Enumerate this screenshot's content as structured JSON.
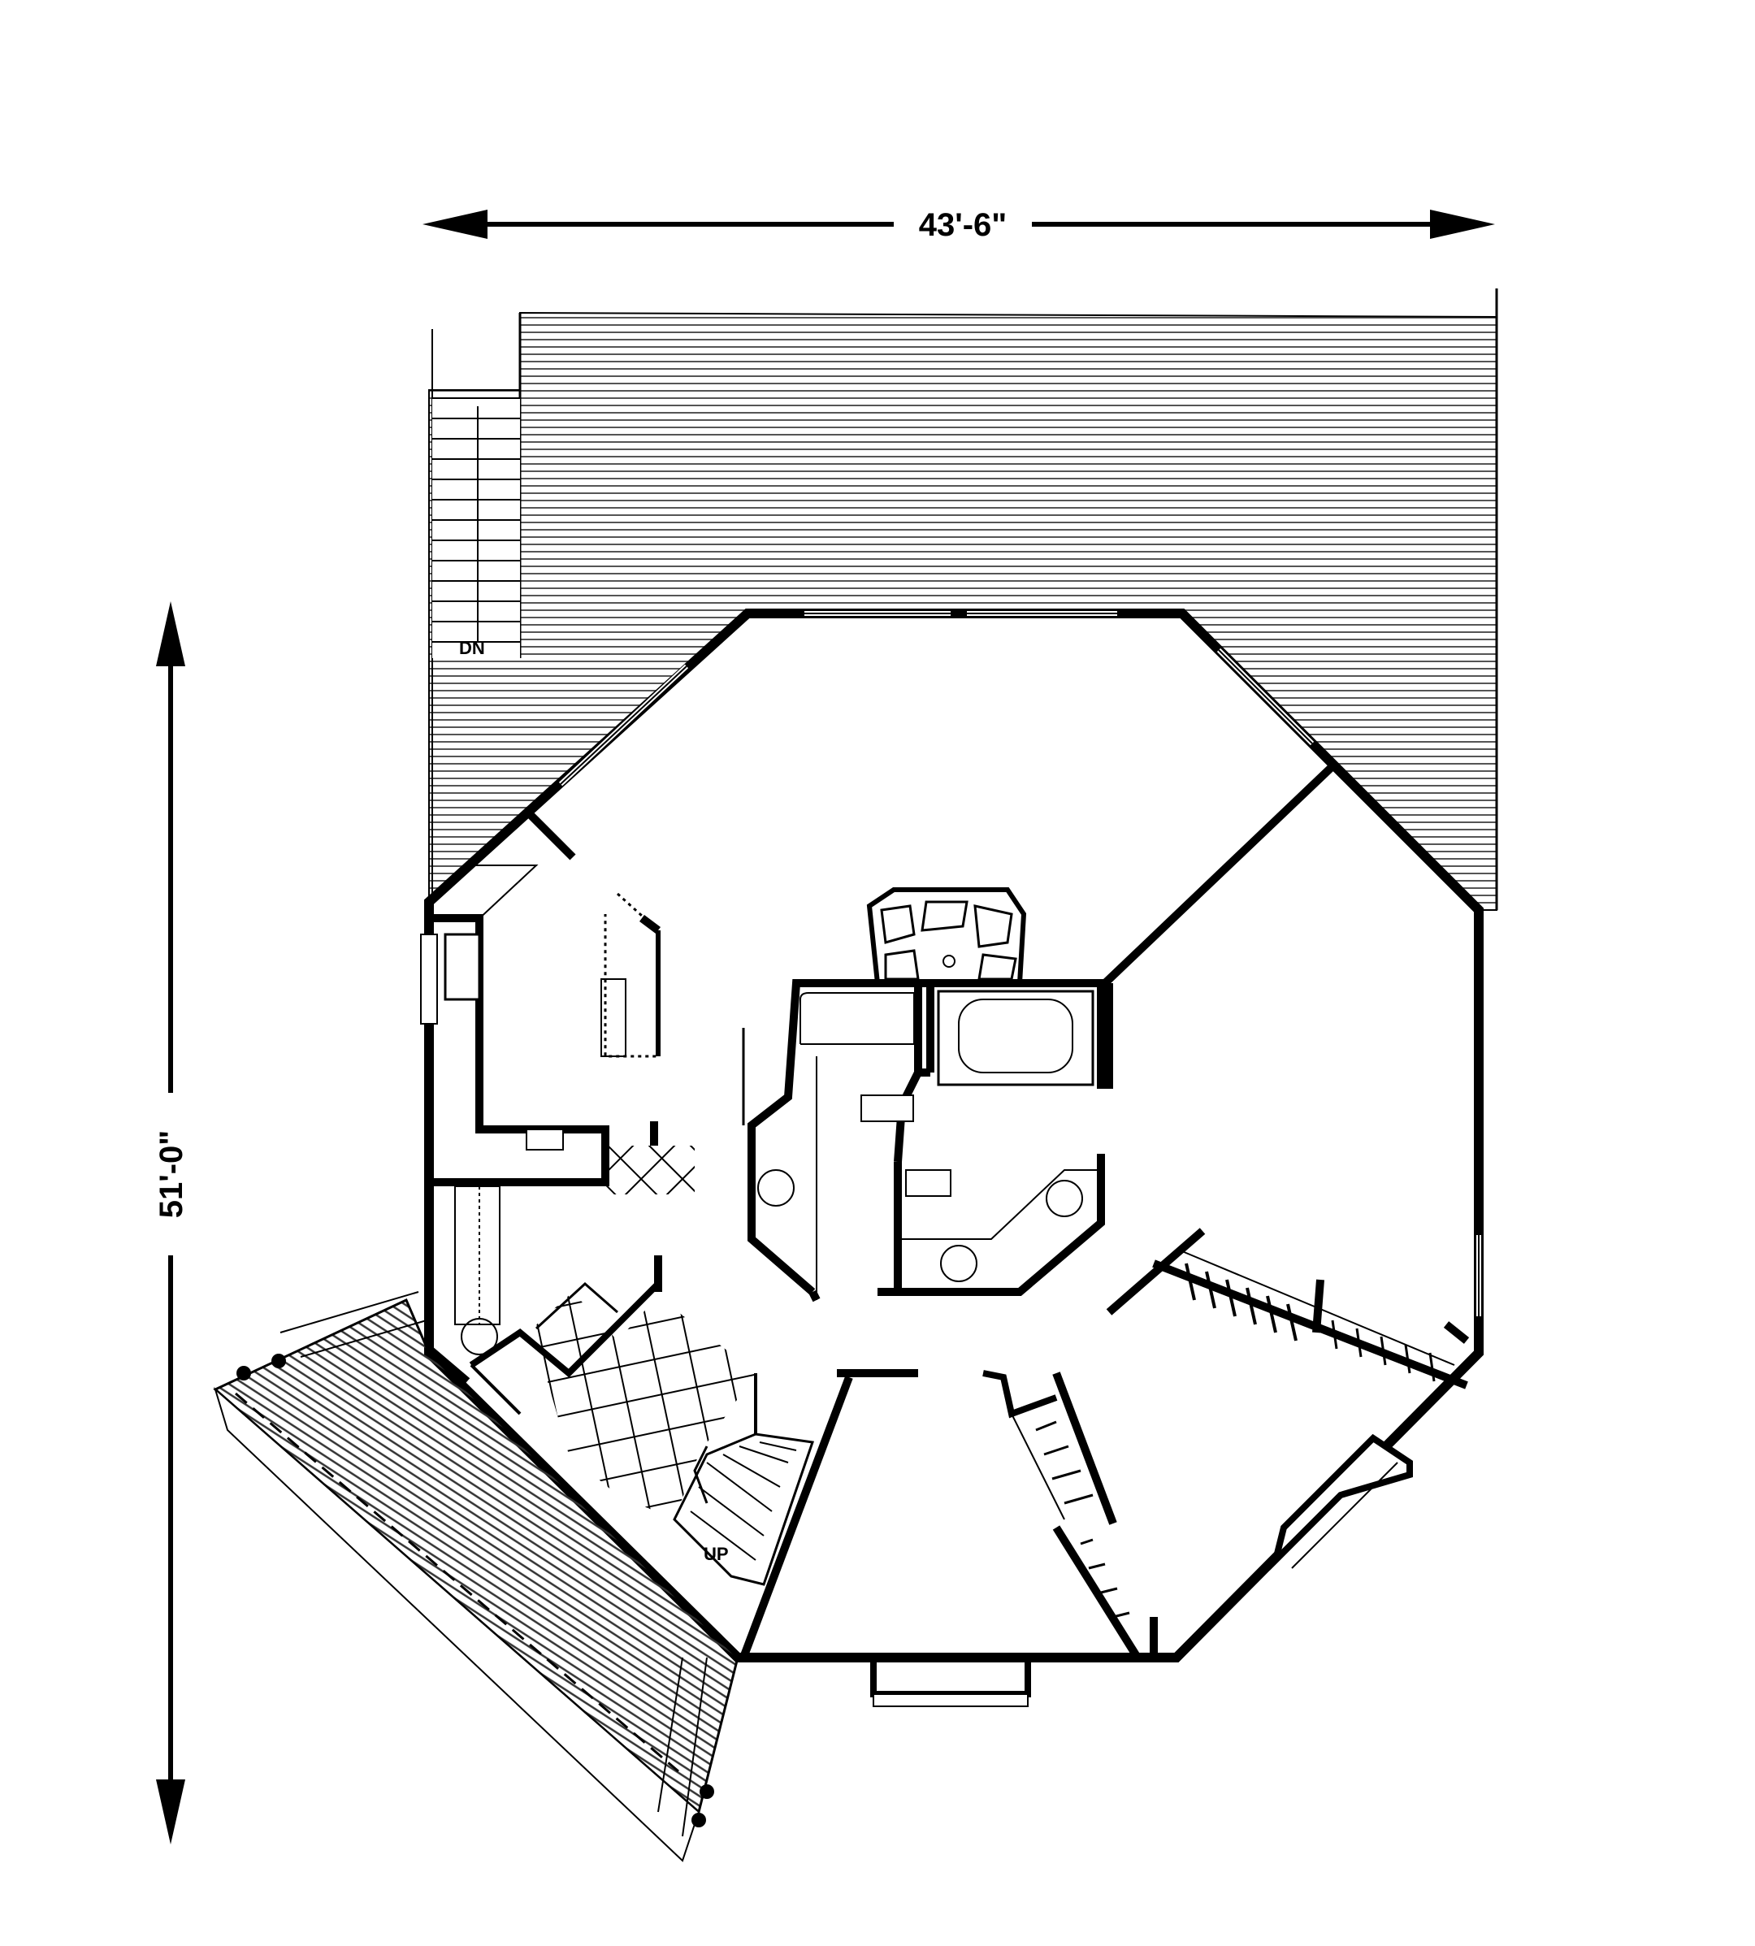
{
  "dimensions": {
    "width_label": "43'-6\"",
    "depth_label": "51'-0\""
  },
  "stair_labels": {
    "down": "DN",
    "up": "UP"
  },
  "colors": {
    "ink": "#000000",
    "paper": "#ffffff",
    "hatch": "#444444"
  }
}
